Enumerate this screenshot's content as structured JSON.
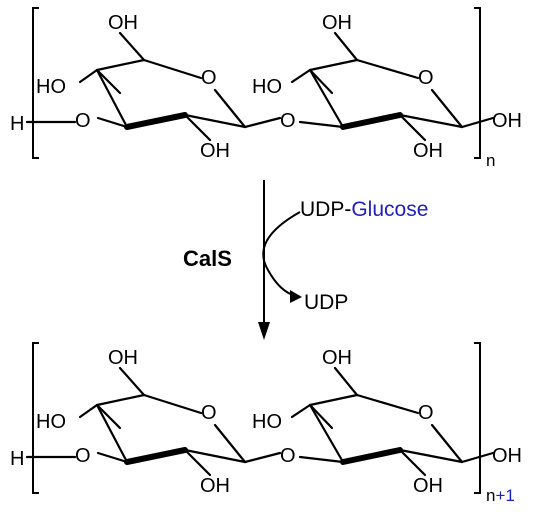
{
  "colors": {
    "ink": "#000000",
    "highlight": "#1f1fbf"
  },
  "substrate": {
    "unit_left": {
      "oh_ch2": "OH",
      "oh_c4": "HO",
      "o_ring": "O",
      "oh_c2": "OH",
      "o_link": "O"
    },
    "unit_right": {
      "oh_ch2": "OH",
      "oh_c4": "HO",
      "o_ring": "O",
      "oh_c2": "OH",
      "oh_anomeric": "OH"
    },
    "h_end": "H",
    "end_o": "O",
    "repeat_index": "n"
  },
  "reaction": {
    "enzyme": "CalS",
    "donor_prefix": "UDP-",
    "donor_sugar": "Glucose",
    "byproduct": "UDP"
  },
  "product": {
    "unit_left": {
      "oh_ch2": "OH",
      "oh_c4": "HO",
      "o_ring": "O",
      "oh_c2": "OH",
      "o_link": "O"
    },
    "unit_right": {
      "oh_ch2": "OH",
      "oh_c4": "HO",
      "o_ring": "O",
      "oh_c2": "OH",
      "oh_anomeric": "OH"
    },
    "h_end": "H",
    "end_o": "O",
    "repeat_index_base": "n",
    "repeat_index_increment": "+1"
  }
}
